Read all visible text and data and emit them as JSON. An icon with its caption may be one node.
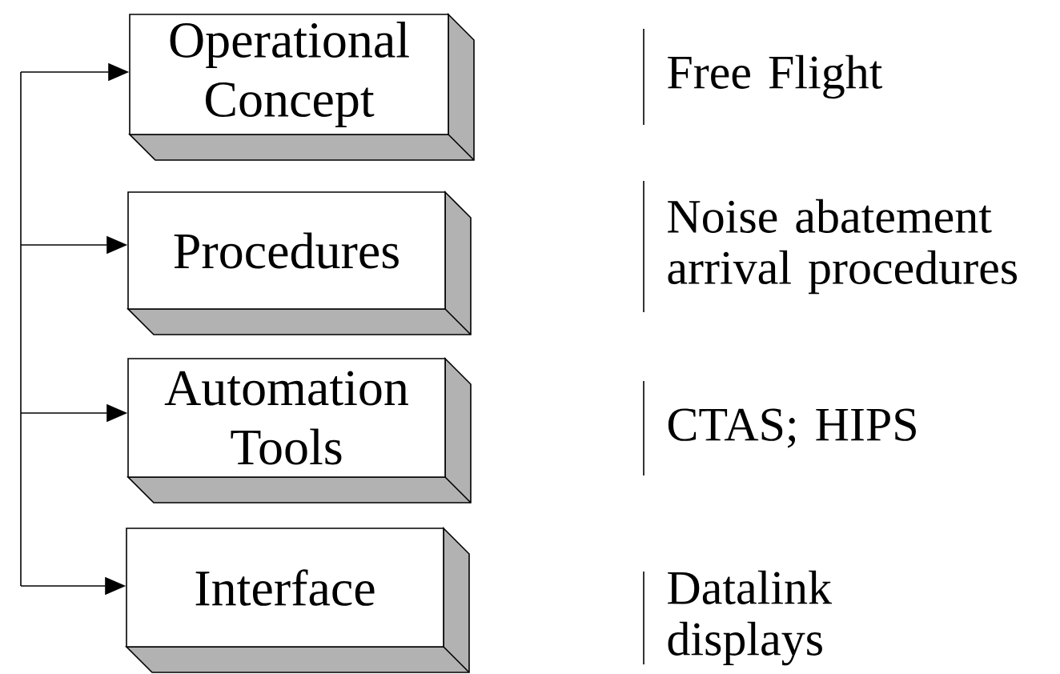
{
  "diagram": {
    "nodes": [
      {
        "text": [
          "Operational Concept"
        ]
      },
      {
        "text": [
          "Procedures"
        ]
      },
      {
        "text": [
          "Automation Tools"
        ]
      },
      {
        "text": [
          "Interface"
        ]
      }
    ],
    "edges": [
      {
        "from": null,
        "to": 0,
        "arrow": "to"
      },
      {
        "from": null,
        "to": 1,
        "arrow": "to"
      },
      {
        "from": null,
        "to": 2,
        "arrow": "to"
      },
      {
        "from": null,
        "to": 3,
        "arrow": "to"
      }
    ],
    "labels": [
      "Free Flight",
      "Noise abatement arrival procedures",
      "CTAS; HIPS",
      "Datalink displays"
    ]
  }
}
